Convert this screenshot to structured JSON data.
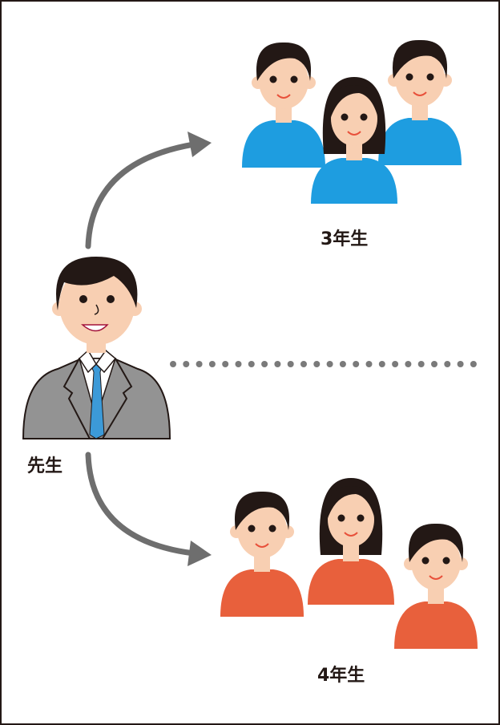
{
  "labels": {
    "teacher": "先生",
    "grade3": "3年生",
    "grade4": "4年生"
  },
  "colors": {
    "grade3_shirt": "#1e9de0",
    "grade4_shirt": "#e8603c",
    "skin": "#f8cfb2",
    "hair": "#231815",
    "suit": "#939393",
    "tie": "#3c9ad8",
    "arrow": "#6e6e6e",
    "dots": "#7a7a7a"
  }
}
